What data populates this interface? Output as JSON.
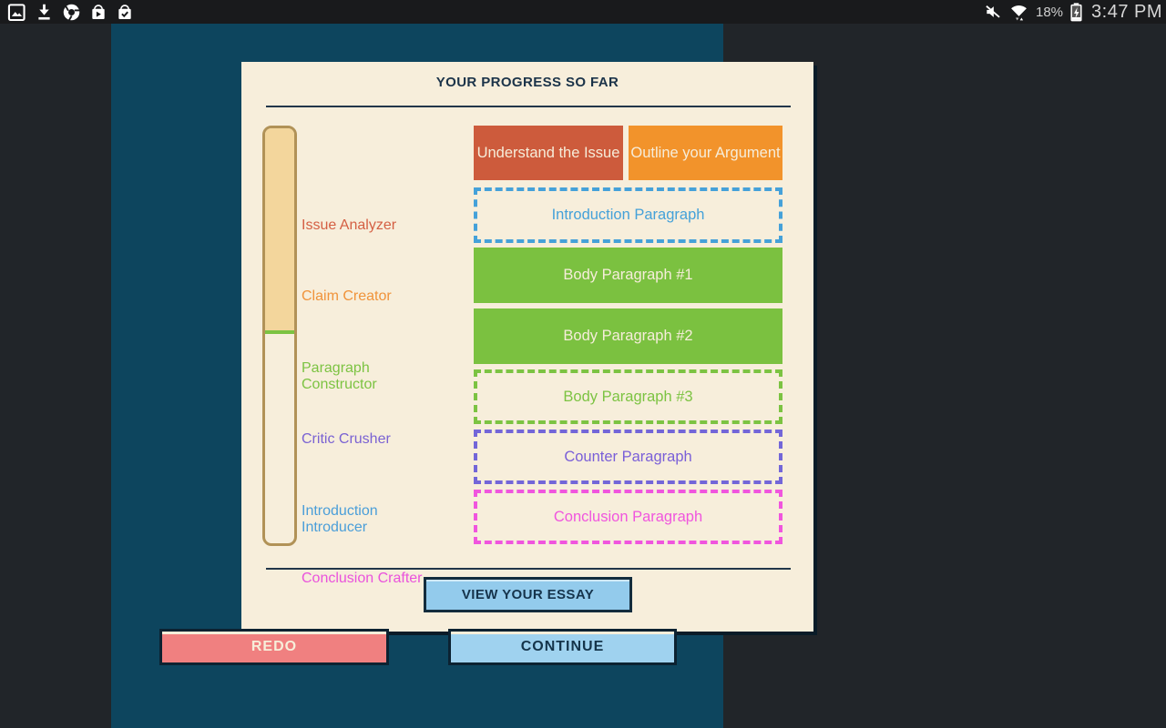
{
  "status_bar": {
    "time": "3:47 PM",
    "battery_percent": "18%",
    "left_icons": [
      "gallery-icon",
      "download-icon",
      "chrome-icon",
      "play-store-icon",
      "my-apps-icon"
    ],
    "right_icons": [
      "volume-muted-icon",
      "wifi-icon",
      "battery-charging-icon"
    ]
  },
  "progress_card": {
    "title": "YOUR PROGRESS SO FAR",
    "milestones": [
      {
        "label": "Issue Analyzer",
        "color": "#d45f43"
      },
      {
        "label": "Claim Creator",
        "color": "#f0933a"
      },
      {
        "label": "Paragraph Constructor",
        "color": "#7cc342"
      },
      {
        "label": "Critic Crusher",
        "color": "#7a62d3"
      },
      {
        "label": "Introduction Introducer",
        "color": "#4a9ed9"
      },
      {
        "label": "Conclusion Crafter",
        "color": "#ea52dc"
      }
    ],
    "progress_bar": {
      "fill_color": "#f3d69c",
      "marker_color": "#7cc342",
      "track_border_color": "#b19257",
      "fill_percent": 49
    },
    "sections": [
      {
        "label": "Understand the Issue",
        "status": "complete",
        "color": "#cd5b3c"
      },
      {
        "label": "Outline your Argument",
        "status": "complete",
        "color": "#f2932b"
      },
      {
        "label": "Introduction Paragraph",
        "status": "incomplete",
        "color": "#45a1d9"
      },
      {
        "label": "Body Paragraph #1",
        "status": "complete",
        "color": "#7bc140"
      },
      {
        "label": "Body Paragraph #2",
        "status": "complete",
        "color": "#7bc140"
      },
      {
        "label": "Body Paragraph #3",
        "status": "incomplete",
        "color": "#7cc342"
      },
      {
        "label": "Counter Paragraph",
        "status": "incomplete",
        "color": "#7366d8"
      },
      {
        "label": "Conclusion Paragraph",
        "status": "incomplete",
        "color": "#f055de"
      }
    ],
    "view_essay_button": "VIEW YOUR ESSAY"
  },
  "footer": {
    "redo_button": "REDO",
    "continue_button": "CONTINUE"
  },
  "colors": {
    "background": "#212529",
    "status_bar": "#191a1c",
    "panel": "#0d455e",
    "card": "#f7eedb",
    "card_text": "#1b3349"
  }
}
